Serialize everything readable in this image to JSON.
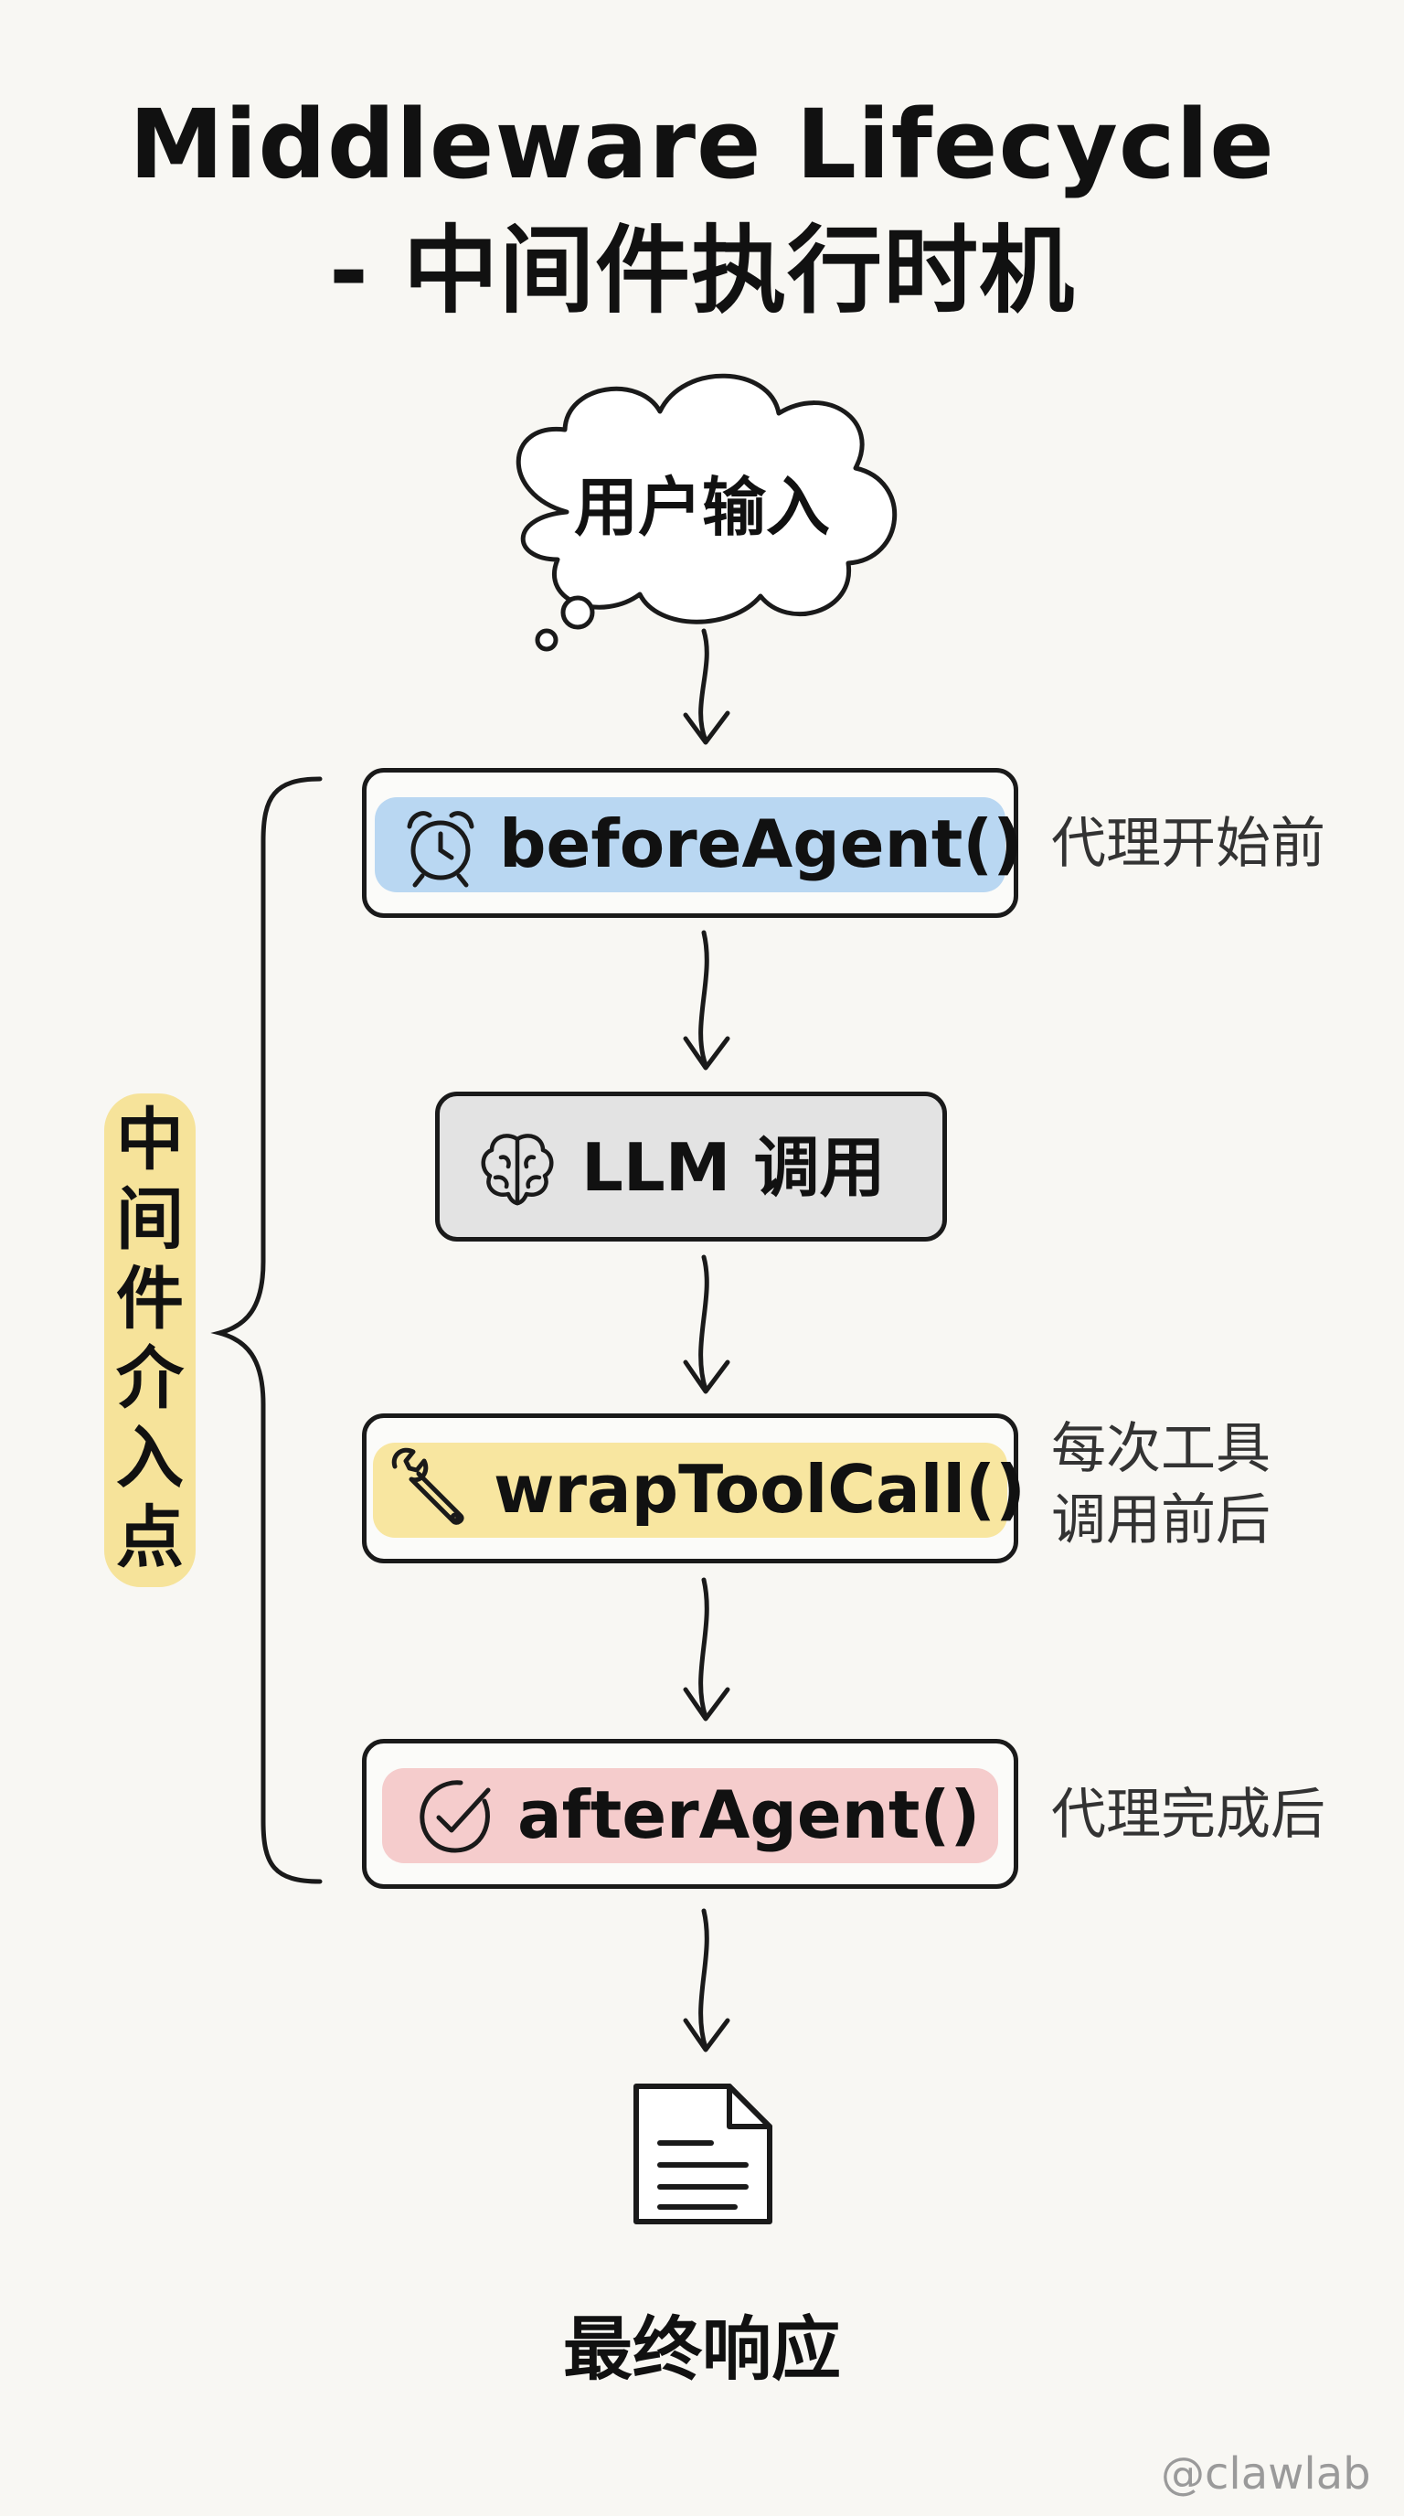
{
  "title": {
    "line1": "Middleware Lifecycle",
    "line2": "- 中间件执行时机"
  },
  "start": {
    "label": "用户输入"
  },
  "steps": [
    {
      "label": "beforeAgent()",
      "note_lines": [
        "代理开始前"
      ],
      "icon": "alarm-clock-icon",
      "highlight": "#b9d7f2"
    },
    {
      "label": "LLM 调用",
      "note_lines": [],
      "icon": "brain-icon",
      "highlight": "#e3e3e3"
    },
    {
      "label": "wrapToolCall()",
      "note_lines": [
        "每次工具",
        "调用前后"
      ],
      "icon": "wrench-icon",
      "highlight": "#f8e6a0"
    },
    {
      "label": "afterAgent()",
      "note_lines": [
        "代理完成后"
      ],
      "icon": "check-circle-icon",
      "highlight": "#f5cccc"
    }
  ],
  "bracket_label": [
    "中",
    "间",
    "件",
    "介",
    "入",
    "点"
  ],
  "bracket_highlight": "#f6e39a",
  "end": {
    "label": "最终响应",
    "icon": "document-icon"
  },
  "watermark": "@clawlab"
}
